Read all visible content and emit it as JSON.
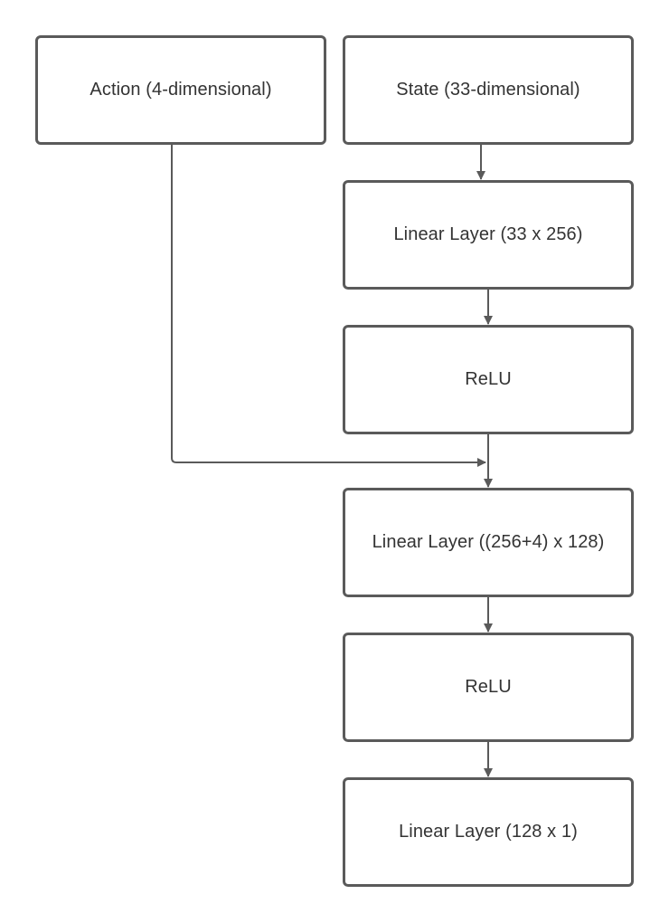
{
  "diagram": {
    "nodes": [
      {
        "id": "action",
        "label": "Action (4-dimensional)"
      },
      {
        "id": "state",
        "label": "State (33-dimensional)"
      },
      {
        "id": "linear1",
        "label": "Linear Layer (33 x 256)"
      },
      {
        "id": "relu1",
        "label": "ReLU"
      },
      {
        "id": "linear2",
        "label": "Linear Layer ((256+4) x 128)"
      },
      {
        "id": "relu2",
        "label": "ReLU"
      },
      {
        "id": "linear3",
        "label": "Linear Layer (128 x 1)"
      }
    ],
    "edges": [
      {
        "from": "state",
        "to": "linear1"
      },
      {
        "from": "linear1",
        "to": "relu1"
      },
      {
        "from": "relu1",
        "to": "linear2"
      },
      {
        "from": "action",
        "to": "linear2"
      },
      {
        "from": "linear2",
        "to": "relu2"
      },
      {
        "from": "relu2",
        "to": "linear3"
      }
    ],
    "colors": {
      "stroke": "#5a5a5a",
      "text": "#333333",
      "background": "#ffffff"
    }
  }
}
